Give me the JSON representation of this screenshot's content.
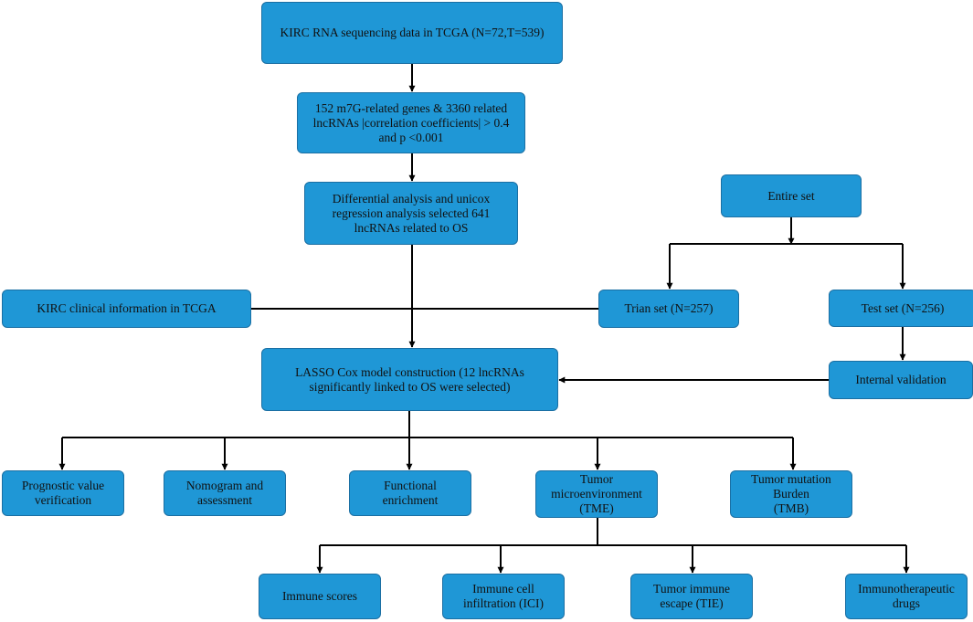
{
  "diagram": {
    "type": "flowchart",
    "box_color": "#1f97d6",
    "line_color": "#000000",
    "nodes": {
      "kirc_rna": "KIRC RNA sequencing data in TCGA (N=72,T=539)",
      "genes_lnc": "152 m7G-related genes & 3360 related\nlncRNAs |correlation coefficients| > 0.4\nand p <0.001",
      "diff_analysis": "Differential analysis and unicox\nregression analysis selected 641\nlncRNAs related to OS",
      "entire_set": "Entire set",
      "clinical_info": "KIRC clinical information in TCGA",
      "train_set": "Trian set (N=257)",
      "test_set": "Test set (N=256)",
      "lasso": "LASSO Cox model construction (12 lncRNAs\nsignificantly linked to OS were selected)",
      "internal_validation": "Internal validation",
      "prognostic": "Prognostic value\nverification",
      "nomogram": "Nomogram and\nassessment",
      "functional": "Functional\nenrichment",
      "tme": "Tumor\nmicroenvironment\n(TME)",
      "tmb": "Tumor mutation\nBurden\n(TMB)",
      "immune_scores": "Immune scores",
      "ici": "Immune cell\ninfiltration (ICI)",
      "tie": "Tumor immune\nescape (TIE)",
      "drugs": "Immunotherapeutic\ndrugs"
    }
  }
}
